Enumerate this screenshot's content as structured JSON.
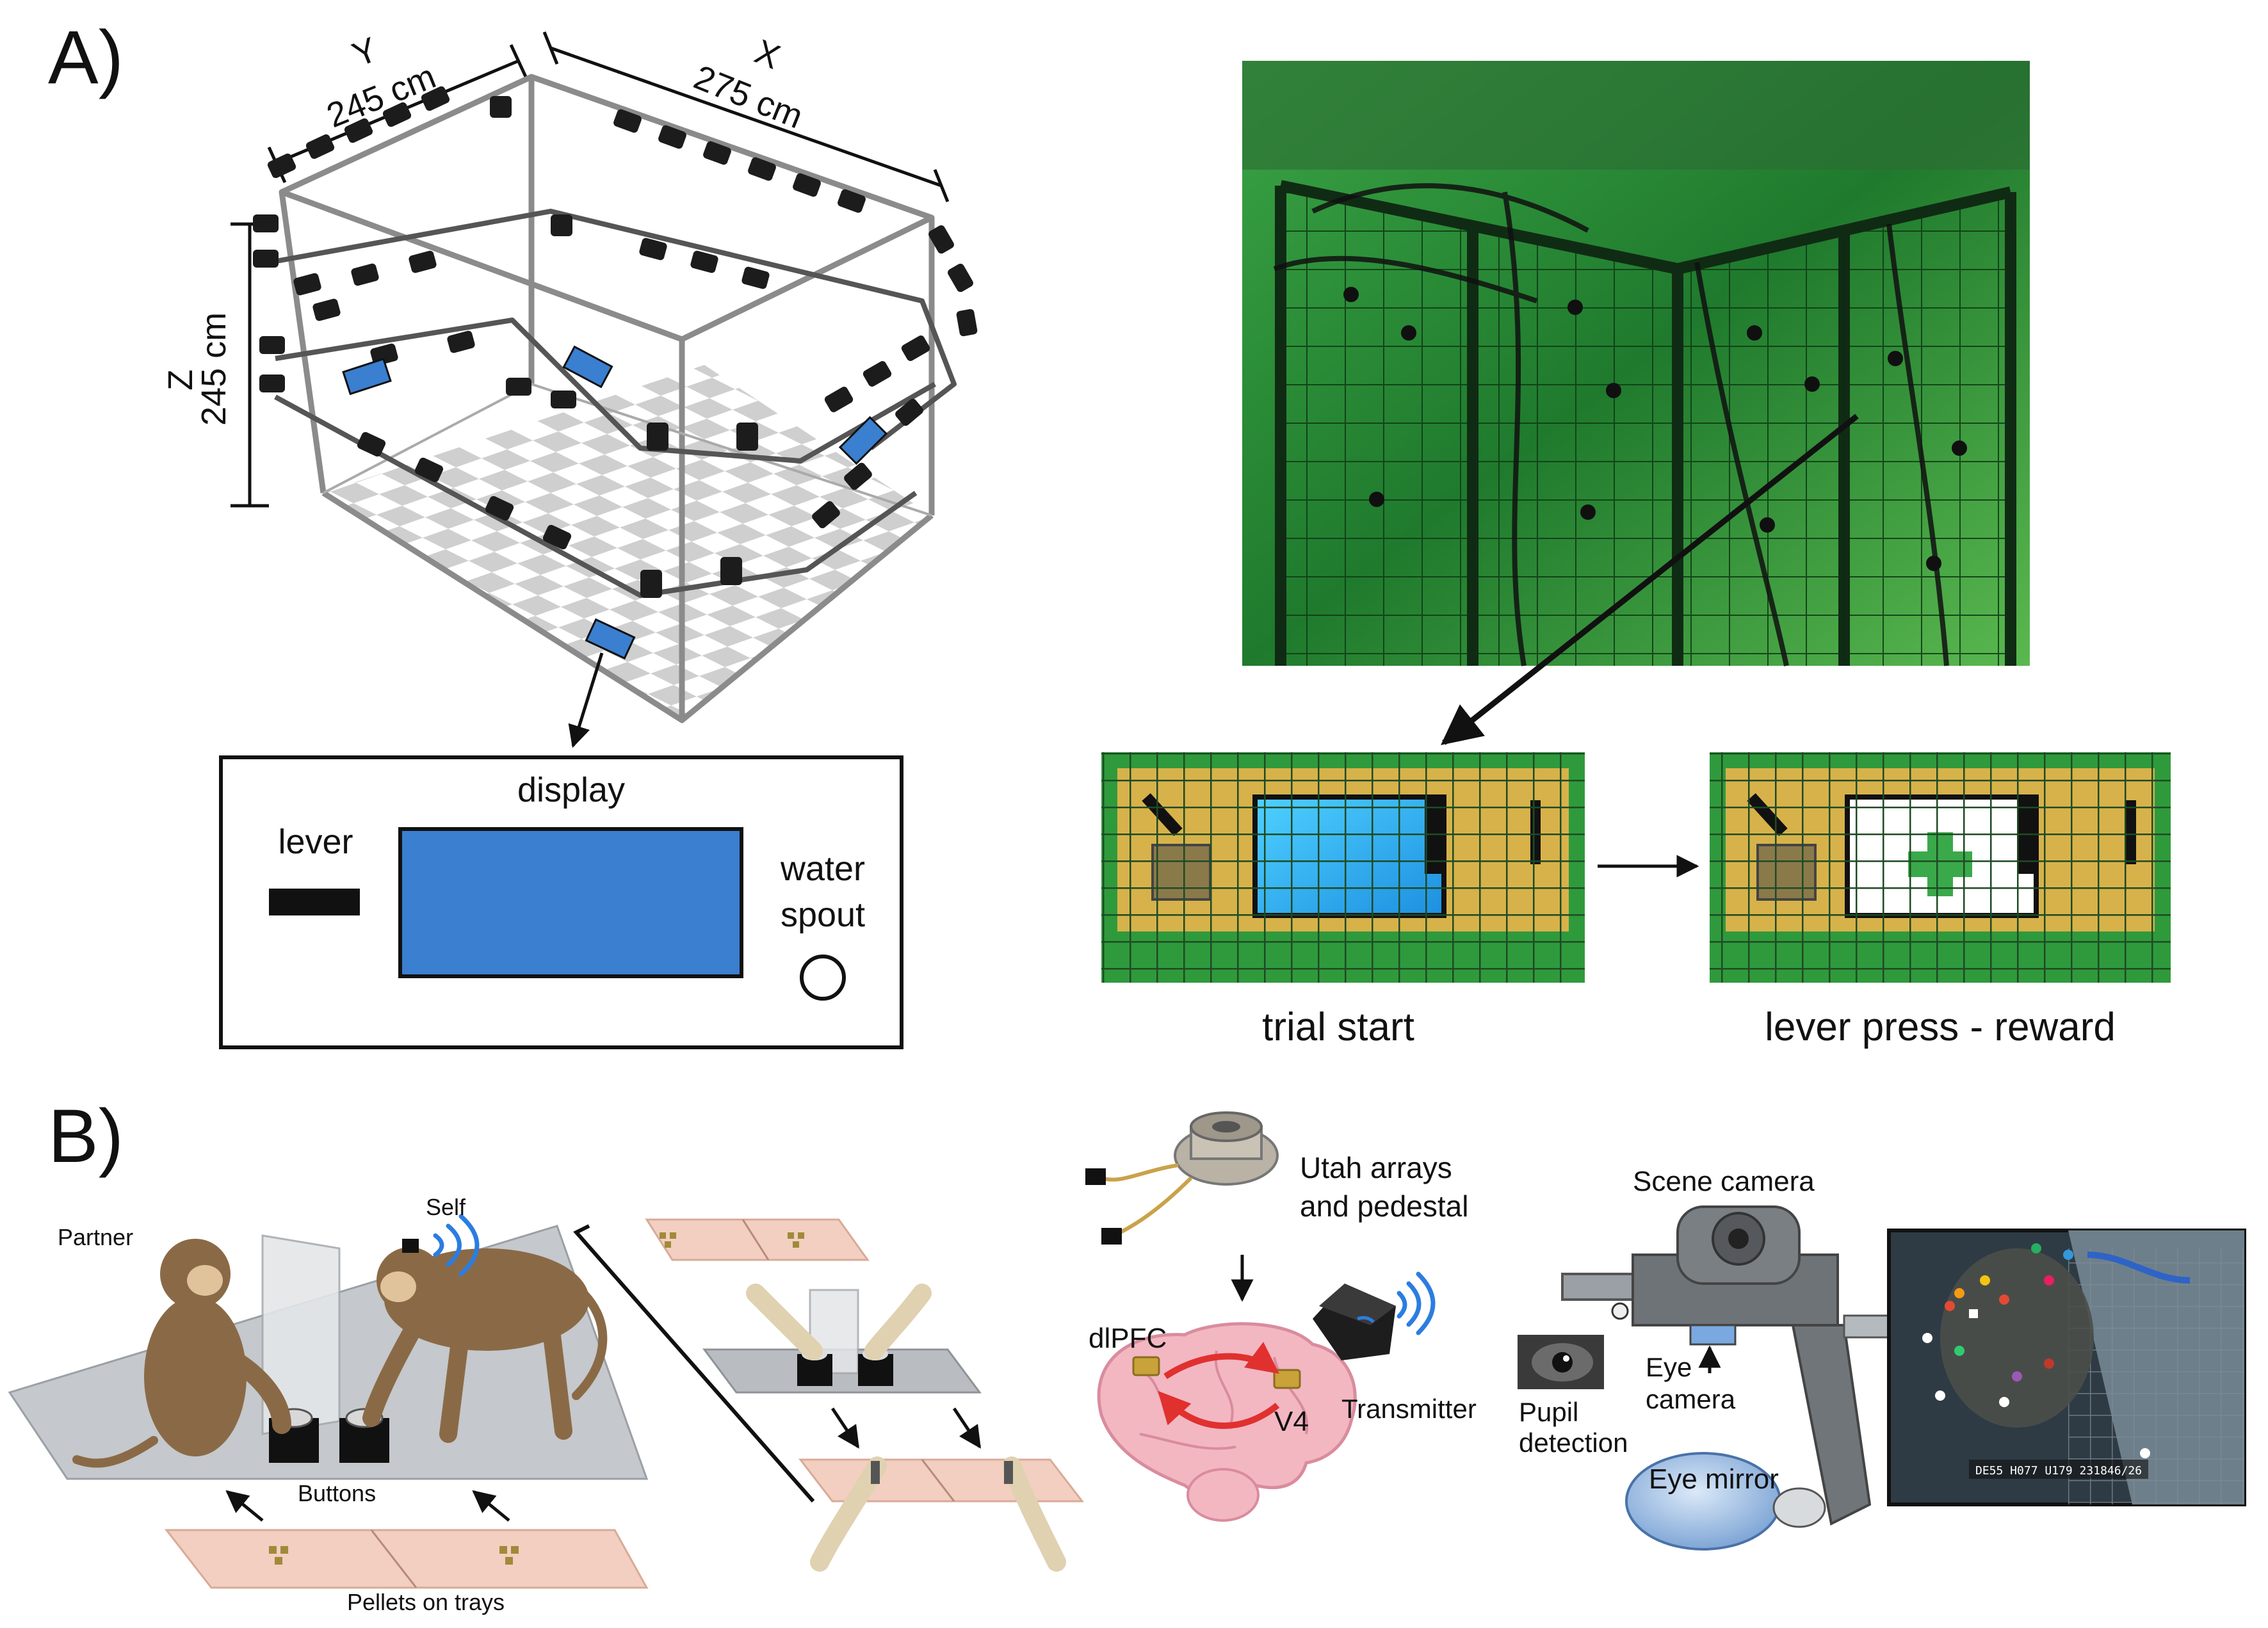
{
  "panel_a": {
    "label": "A)",
    "dim_y_axis": "Y",
    "dim_y_value": "245 cm",
    "dim_x_axis": "X",
    "dim_x_value": "275 cm",
    "dim_z_axis": "Z",
    "dim_z_value": "245 cm",
    "station_display": "display",
    "station_lever": "lever",
    "station_water_1": "water",
    "station_water_2": "spout",
    "caption_trial_start": "trial start",
    "caption_lever_press": "lever press - reward"
  },
  "panel_b": {
    "label": "B)",
    "partner": "Partner",
    "self": "Self",
    "buttons": "Buttons",
    "pellets": "Pellets on trays",
    "utah_1": "Utah arrays",
    "utah_2": "and pedestal",
    "dlpfc": "dlPFC",
    "v4": "V4",
    "transmitter": "Transmitter",
    "scene_camera": "Scene camera",
    "eye_camera_1": "Eye",
    "eye_camera_2": "camera",
    "pupil_1": "Pupil",
    "pupil_2": "detection",
    "eye_mirror": "Eye mirror",
    "video_timestamp": "DE55 H077 U179     231846/26"
  },
  "colors": {
    "display_blue": "#3a7fd0",
    "enclosure_green": "#2f8f3a",
    "board_yellow": "#d7b24a",
    "tray_pink": "#f2cfc0",
    "brain_pink": "#f3b7c2",
    "arrow_red": "#e0312f"
  }
}
